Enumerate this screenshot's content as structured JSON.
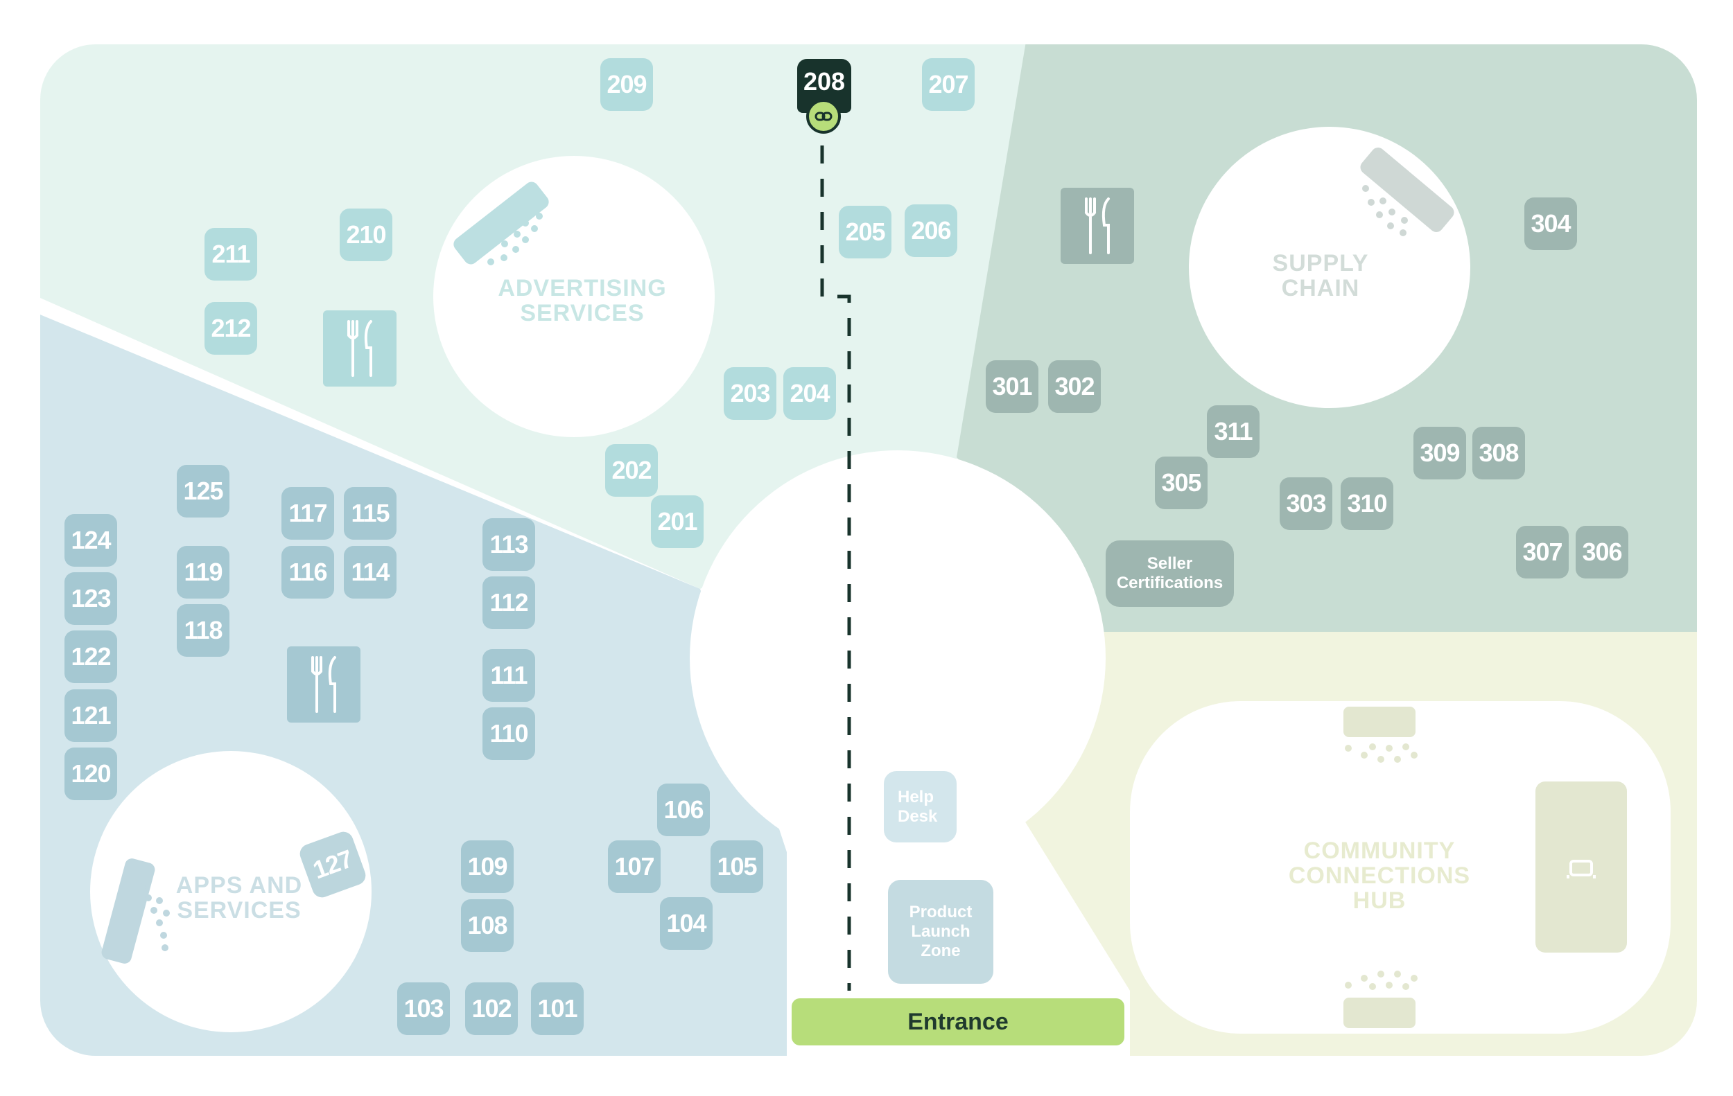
{
  "zones": {
    "advertising": "ADVERTISING\nSERVICES",
    "supply_chain": "SUPPLY\nCHAIN",
    "apps": "APPS AND\nSERVICES",
    "community": "COMMUNITY\nCONNECTIONS\nHUB"
  },
  "services": {
    "seller_certifications": "Seller\nCertifications",
    "help_desk": "Help\nDesk",
    "product_launch": "Product\nLaunch\nZone",
    "entrance": "Entrance"
  },
  "selected_booth": "208",
  "booths_blue": [
    "101",
    "102",
    "103",
    "104",
    "105",
    "106",
    "107",
    "108",
    "109",
    "110",
    "111",
    "112",
    "113",
    "114",
    "115",
    "116",
    "117",
    "118",
    "119",
    "120",
    "121",
    "122",
    "123",
    "124",
    "125"
  ],
  "booths_teal": [
    "201",
    "202",
    "203",
    "204",
    "205",
    "206",
    "207",
    "209",
    "210",
    "211",
    "212"
  ],
  "booths_green": [
    "301",
    "302",
    "303",
    "304",
    "305",
    "306",
    "307",
    "308",
    "309",
    "310",
    "311"
  ],
  "rotated_booth": "127",
  "icons": [
    "fork-knife-icon",
    "fork-knife-icon",
    "fork-knife-icon",
    "stage-icon",
    "stage-icon",
    "stage-icon",
    "stage-icon",
    "stage-icon",
    "sofa-icon",
    "link-icon"
  ],
  "colors": {
    "advertising_zone": "#e5f4ef",
    "apps_zone": "#d3e6ec",
    "supply_zone": "#c8ddd3",
    "community_zone": "#f1f4df",
    "selected": "#18332c",
    "entrance": "#b7dd7a"
  }
}
